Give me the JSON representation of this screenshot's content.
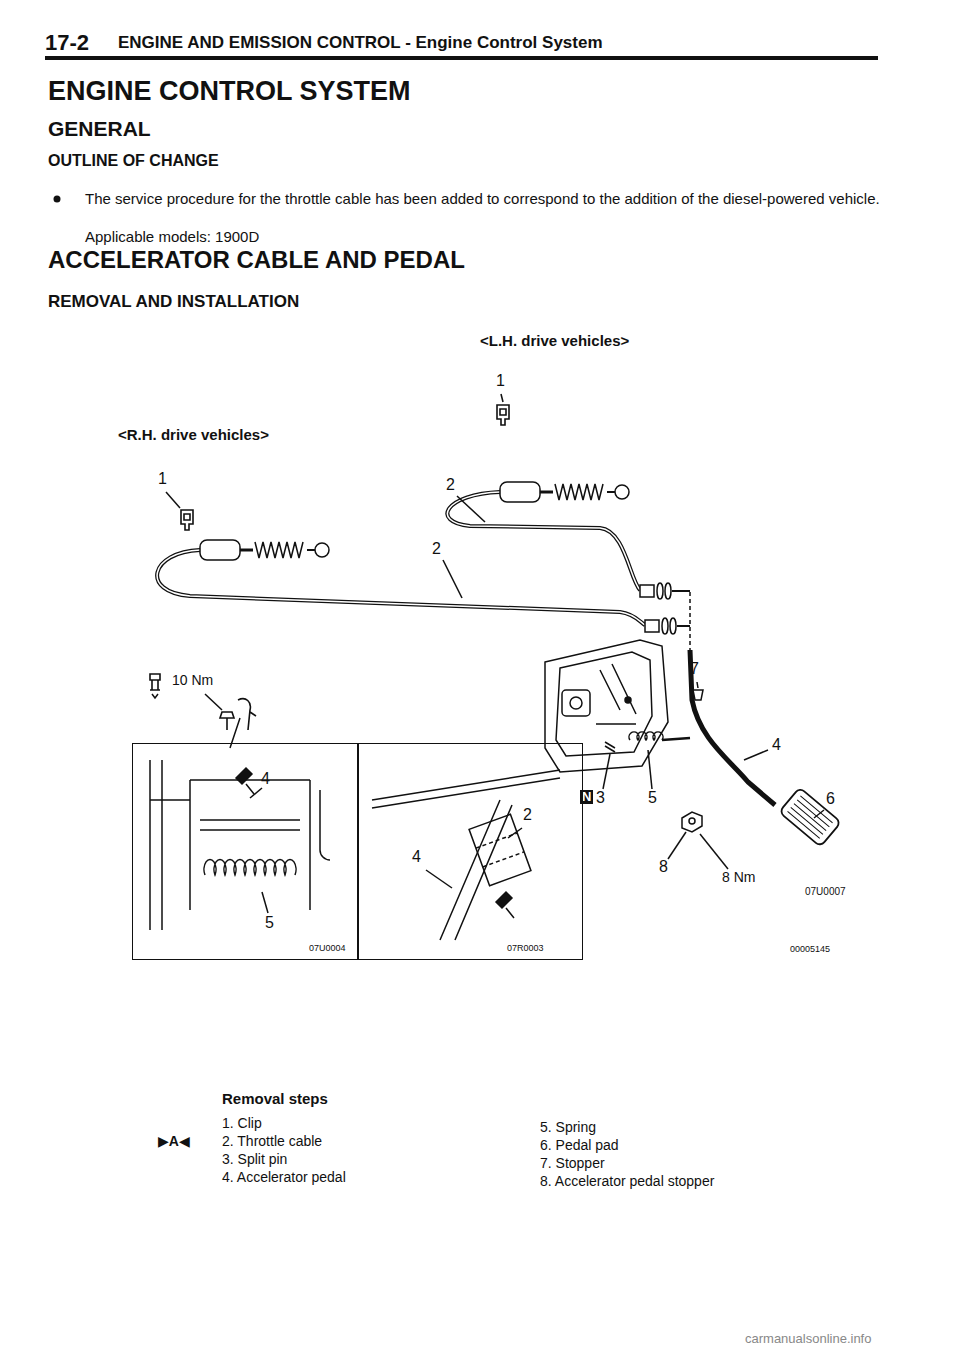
{
  "diagram": {
    "title": "ENGINE CONTROL SYSTEM",
    "nodes": [
      {
        "text": [
          "4",
          "5",
          "07U0004"
        ]
      },
      {
        "text": [
          "2",
          "4",
          "07R0003"
        ]
      }
    ],
    "labels": [
      "17-2",
      "ENGINE AND EMISSION CONTROL - Engine Control System",
      "GENERAL",
      "OUTLINE OF CHANGE",
      "The service procedure for the throttle cable has been added to correspond to the addition of the diesel-powered vehicle.",
      "Applicable models: 1900D",
      "ACCELERATOR CABLE AND PEDAL",
      "REMOVAL AND INSTALLATION",
      "<L.H. drive vehicles>",
      "1",
      "<R.H. drive vehicles>",
      "1",
      "2",
      "2",
      "10 Nm",
      "7",
      "4",
      "N",
      "3",
      "5",
      "6",
      "8",
      "8 Nm",
      "07U0007",
      "00005145",
      "Removal steps",
      "1. Clip",
      "▶A◀",
      "2. Throttle cable",
      "3. Split pin",
      "4. Accelerator pedal",
      "5. Spring",
      "6. Pedal pad",
      "7. Stopper",
      "8. Accelerator pedal stopper",
      "carmanualsonline.info"
    ]
  }
}
